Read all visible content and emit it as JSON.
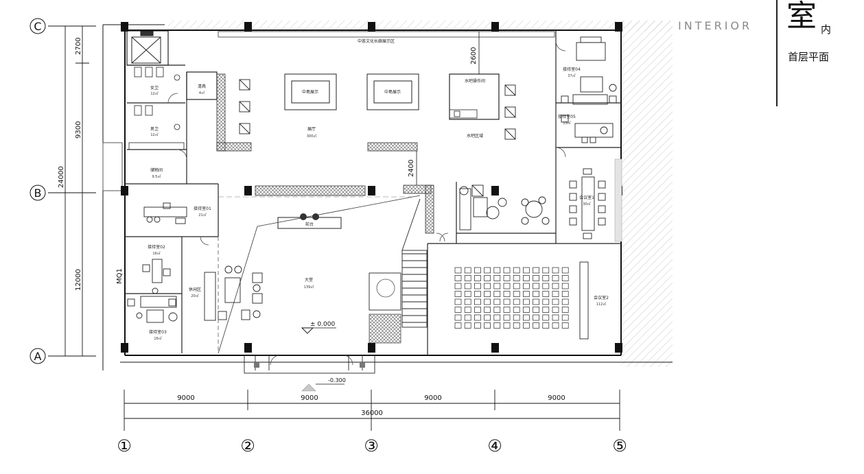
{
  "title": {
    "english": "INTERIOR",
    "big": "室",
    "small": "内",
    "subtitle": "首层平面"
  },
  "grid_rows": [
    "C",
    "B",
    "A"
  ],
  "grid_cols": [
    "①",
    "②",
    "③",
    "④",
    "⑤"
  ],
  "dims_vertical": [
    "2700",
    "9300",
    "24000",
    "12000"
  ],
  "dims_horizontal": [
    "9000",
    "9000",
    "9000",
    "9000",
    "36000"
  ],
  "dims_inner": [
    "2600",
    "2400"
  ],
  "facade_label": "MQ1",
  "levels": {
    "floor": "± 0.000",
    "outside": "-0.300"
  },
  "rooms": {
    "exhibition_top": "中荟文化长廊展示区",
    "display_1": "中島展示",
    "display_2": "中島展示",
    "bar_room": "水吧操作间",
    "bar_area": "水吧区域",
    "hall_name": "展厅",
    "hall_area": "300㎡",
    "female_wc_name": "女卫",
    "female_wc_area": "12㎡",
    "male_wc_name": "男卫",
    "male_wc_area": "12㎡",
    "cleaning_name": "清具",
    "cleaning_area": "4㎡",
    "storage_name": "储物间",
    "storage_area": "9.5㎡",
    "recep1_name": "接待室01",
    "recep1_area": "21㎡",
    "recep2_name": "接待室02",
    "recep2_area": "16㎡",
    "recep3_name": "接待室03",
    "recep3_area": "16㎡",
    "recep4_name": "接待室04",
    "recep4_area": "37㎡",
    "recep5_name": "接待室05",
    "recep5_area": "13㎡",
    "lounge_name": "休闲区",
    "lounge_area": "20㎡",
    "lobby_name": "大堂",
    "lobby_area": "139㎡",
    "front_desk": "前台",
    "meeting1_name": "会议室1",
    "meeting1_area": "30㎡",
    "meeting2_name": "会议室2",
    "meeting2_area": "112㎡"
  }
}
